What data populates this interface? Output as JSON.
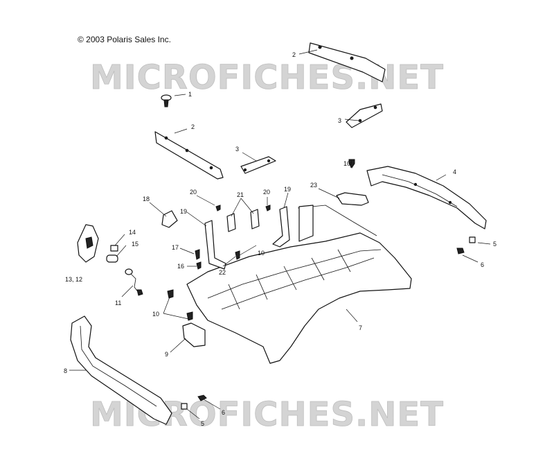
{
  "copyright": "© 2003 Polaris Sales Inc.",
  "watermark": [
    "MICROFICHES.NET",
    "MICROFICHES.NET"
  ],
  "callouts": [
    {
      "id": "c-2-top",
      "text": "2"
    },
    {
      "id": "c-1",
      "text": "1"
    },
    {
      "id": "c-3-top",
      "text": "3"
    },
    {
      "id": "c-2-mid",
      "text": "2"
    },
    {
      "id": "c-3-mid",
      "text": "3"
    },
    {
      "id": "c-10-top",
      "text": "10"
    },
    {
      "id": "c-4",
      "text": "4"
    },
    {
      "id": "c-23",
      "text": "23"
    },
    {
      "id": "c-20-a",
      "text": "20"
    },
    {
      "id": "c-21",
      "text": "21"
    },
    {
      "id": "c-20-b",
      "text": "20"
    },
    {
      "id": "c-19-b",
      "text": "19"
    },
    {
      "id": "c-18",
      "text": "18"
    },
    {
      "id": "c-19-a",
      "text": "19"
    },
    {
      "id": "c-14",
      "text": "14"
    },
    {
      "id": "c-15",
      "text": "15"
    },
    {
      "id": "c-10-mid",
      "text": "10"
    },
    {
      "id": "c-17",
      "text": "17"
    },
    {
      "id": "c-5-right",
      "text": "5"
    },
    {
      "id": "c-6-right",
      "text": "6"
    },
    {
      "id": "c-16",
      "text": "16"
    },
    {
      "id": "c-22",
      "text": "22"
    },
    {
      "id": "c-13-12",
      "text": "13,  12"
    },
    {
      "id": "c-11",
      "text": "11"
    },
    {
      "id": "c-10-left",
      "text": "10"
    },
    {
      "id": "c-7",
      "text": "7"
    },
    {
      "id": "c-9",
      "text": "9"
    },
    {
      "id": "c-8",
      "text": "8"
    },
    {
      "id": "c-6-bottom",
      "text": "6"
    },
    {
      "id": "c-5-bottom",
      "text": "5"
    }
  ]
}
